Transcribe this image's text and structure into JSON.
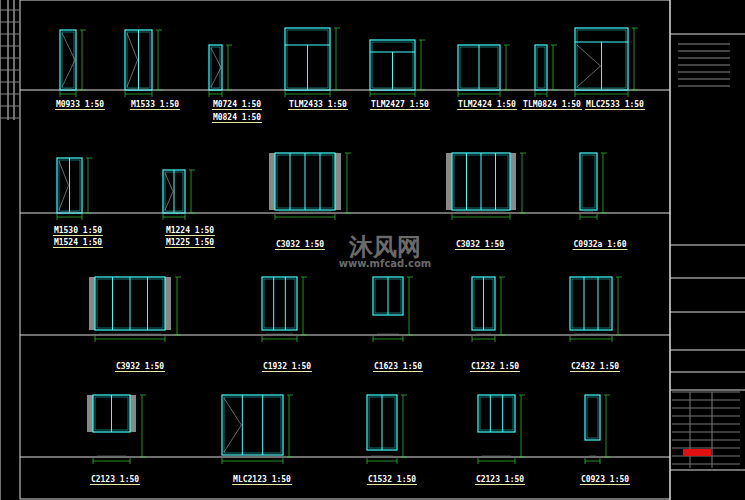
{
  "diagram": {
    "labels": [
      "M0933 1:50",
      "M1533 1:50",
      "M0724 1:50",
      "M0824 1:50",
      "TLM2433 1:50",
      "TLM2427 1:50",
      "TLM2424 1:50",
      "TLM0824 1:50",
      "MLC2533 1:50",
      "M1530 1:50",
      "M1524 1:50",
      "M1224 1:50",
      "M1225 1:50",
      "C3032 1:50",
      "C3032 1:50",
      "C0932a 1:60",
      "C3932 1:50",
      "C1932 1:50",
      "C1623 1:50",
      "C1232 1:50",
      "C2432 1:50",
      "C2123 1:50",
      "MLC2123 1:50",
      "C1532 1:50",
      "C2123 1:50",
      "C0923 1:50",
      "沐风网",
      "www.mfcad.com"
    ]
  }
}
